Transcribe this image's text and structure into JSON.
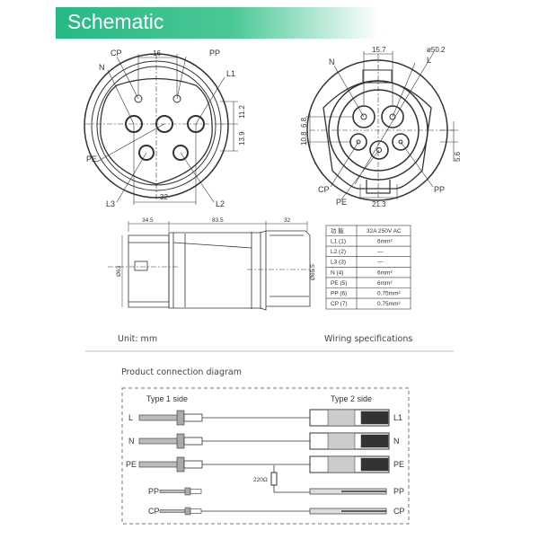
{
  "header": {
    "title": "Schematic"
  },
  "type1_face": {
    "labels": {
      "cp": "CP",
      "pp": "PP",
      "n": "N",
      "l1": "L1",
      "pe": "PE",
      "l3": "L3",
      "l2": "L2"
    },
    "dims": {
      "top": "16",
      "right_a": "11.2",
      "right_b": "13.9",
      "bottom": "32"
    }
  },
  "type2_face": {
    "labels": {
      "n": "N",
      "l": "L",
      "cp": "CP",
      "pe": "PE",
      "pp": "PP"
    },
    "dims": {
      "top": "15.7",
      "dia": "ø50.2",
      "left_a": "6.8",
      "left_b": "10.8",
      "right": "5.6",
      "bottom": "21.3"
    }
  },
  "side_view": {
    "dims": {
      "a": "34.5",
      "b": "83.5",
      "c": "32",
      "h_left": "Ø63",
      "h_right": "Ø65.5"
    },
    "unit": "Unit:  mm"
  },
  "wiring_table": {
    "header": [
      "功 能",
      "32A 250V AC"
    ],
    "rows": [
      [
        "L1 (1)",
        "6mm²"
      ],
      [
        "L2 (2)",
        "—"
      ],
      [
        "L3 (3)",
        "—"
      ],
      [
        "N (4)",
        "6mm²"
      ],
      [
        "PE (5)",
        "6mm²"
      ],
      [
        "PP (6)",
        "0.75mm²"
      ],
      [
        "CP (7)",
        "0.75mm²"
      ]
    ],
    "caption": "Wiring specifications"
  },
  "connection": {
    "title": "Product connection diagram",
    "type1": "Type 1 side",
    "type2": "Type 2 side",
    "resistor": "220Ω",
    "rows": [
      {
        "left": "L",
        "right": "L1"
      },
      {
        "left": "N",
        "right": "N"
      },
      {
        "left": "PE",
        "right": "PE"
      },
      {
        "left": "PP",
        "right": "PP"
      },
      {
        "left": "CP",
        "right": "CP"
      }
    ]
  }
}
